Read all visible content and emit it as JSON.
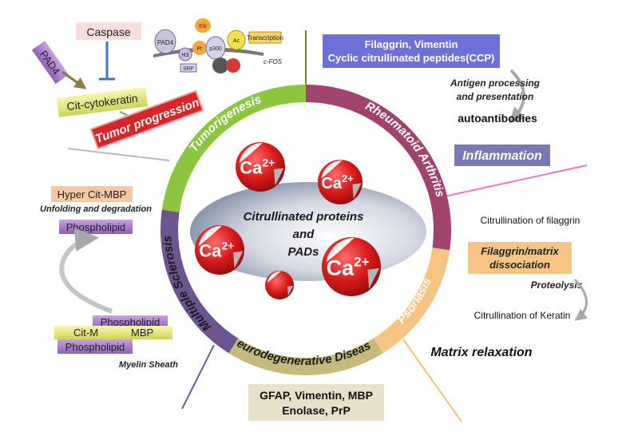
{
  "center": {
    "line1": "Citrullinated proteins",
    "line2": "and",
    "line3": "PADs",
    "ion_label": "Ca",
    "ion_charge": "2+"
  },
  "ring": {
    "tumorigenesis": "Tumorigenesis",
    "ra": "Rheumatoid Arthritis",
    "psoriasis": "Psoriasis",
    "neuro": "Neurodegenerative Diseases",
    "ms": "Multiple Sclerosis"
  },
  "tumor": {
    "pad4": "PAD4",
    "caspase": "Caspase",
    "cit_cytokeratin": "Cit-cytokeratin",
    "progression": "Tumor progression",
    "transcription": "Transcription",
    "cfos": "c-FOS",
    "p300": "p300",
    "elk": "Elk",
    "ac": "Ac",
    "pr": "Pr",
    "pad4_small": "PAD4",
    "h3": "H3",
    "srf": "SRF"
  },
  "ra_panel": {
    "box_line1": "Filaggrin, Vimentin",
    "box_line2": "Cyclic citrullinated peptides(CCP)",
    "antigen_line1": "Antigen processing",
    "antigen_line2": "and presentation",
    "autoantibodies": "autoantibodies",
    "inflammation": "Inflammation"
  },
  "psoriasis_panel": {
    "citr_filaggrin": "Citrullination of filaggrin",
    "dissoc_line1": "Filaggrin/matrix",
    "dissoc_line2": "dissociation",
    "proteolysis": "Proteolysis",
    "citr_keratin": "Citrullination of Keratin",
    "matrix_relax": "Matrix relaxation"
  },
  "neuro_panel": {
    "line1": "GFAP, Vimentin, MBP",
    "line2": "Enolase, PrP"
  },
  "ms_panel": {
    "hyper": "Hyper Cit-MBP",
    "unfolding": "Unfolding and degradation",
    "phospholipid": "Phospholipid",
    "cit_m": "Cit-M",
    "mbp": "MBP",
    "myelin": "Myelin Sheath"
  },
  "colors": {
    "tumor_green": "#8cc63f",
    "ra_maroon": "#a0436d",
    "psoriasis_orange": "#f7c583",
    "neuro_olive": "#c4ba7e",
    "ms_purple": "#6b5490",
    "ca_red": "#d21f1f",
    "ra_box_blue": "#6f6fd8",
    "inflammation_purple": "#7b79b3",
    "progression_red": "#d9242a"
  }
}
